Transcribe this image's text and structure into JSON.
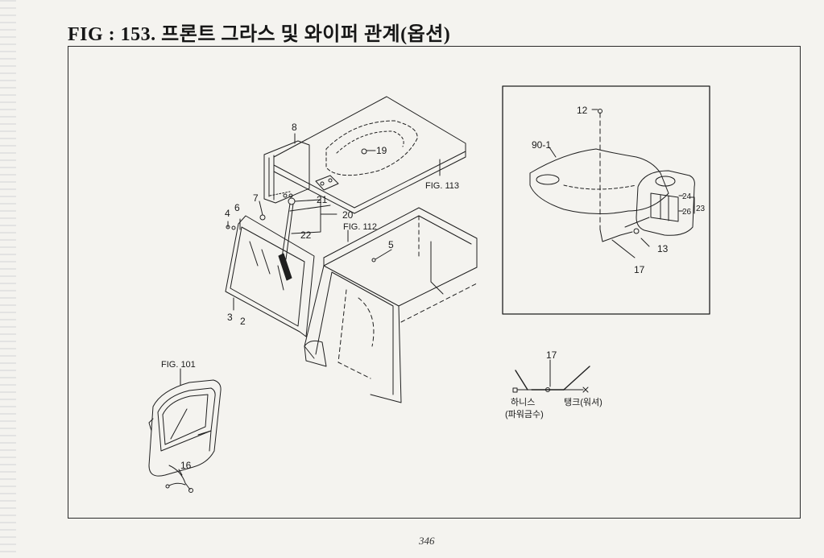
{
  "page": {
    "title": "FIG : 153. 프론트 그라스 및 와이퍼 관계(옵션)",
    "page_number": "346"
  },
  "callouts": {
    "c8": "8",
    "c19": "19",
    "c7": "7",
    "c21": "21",
    "c6": "6",
    "c4": "4",
    "c20": "20",
    "c22": "22",
    "c5": "5",
    "c3": "3",
    "c2": "2",
    "c16": "16",
    "c12": "12",
    "c90_1": "90-1",
    "c24": "24",
    "c26": "26",
    "c23": "23",
    "c13": "13",
    "c17a": "17",
    "c17b": "17"
  },
  "references": {
    "fig113": "FIG. 113",
    "fig112": "FIG. 112",
    "fig101": "FIG. 101"
  },
  "hose_detail": {
    "left_label": "하니스",
    "left_sublabel": "(파워금수)",
    "right_label": "탱크(워셔)"
  }
}
